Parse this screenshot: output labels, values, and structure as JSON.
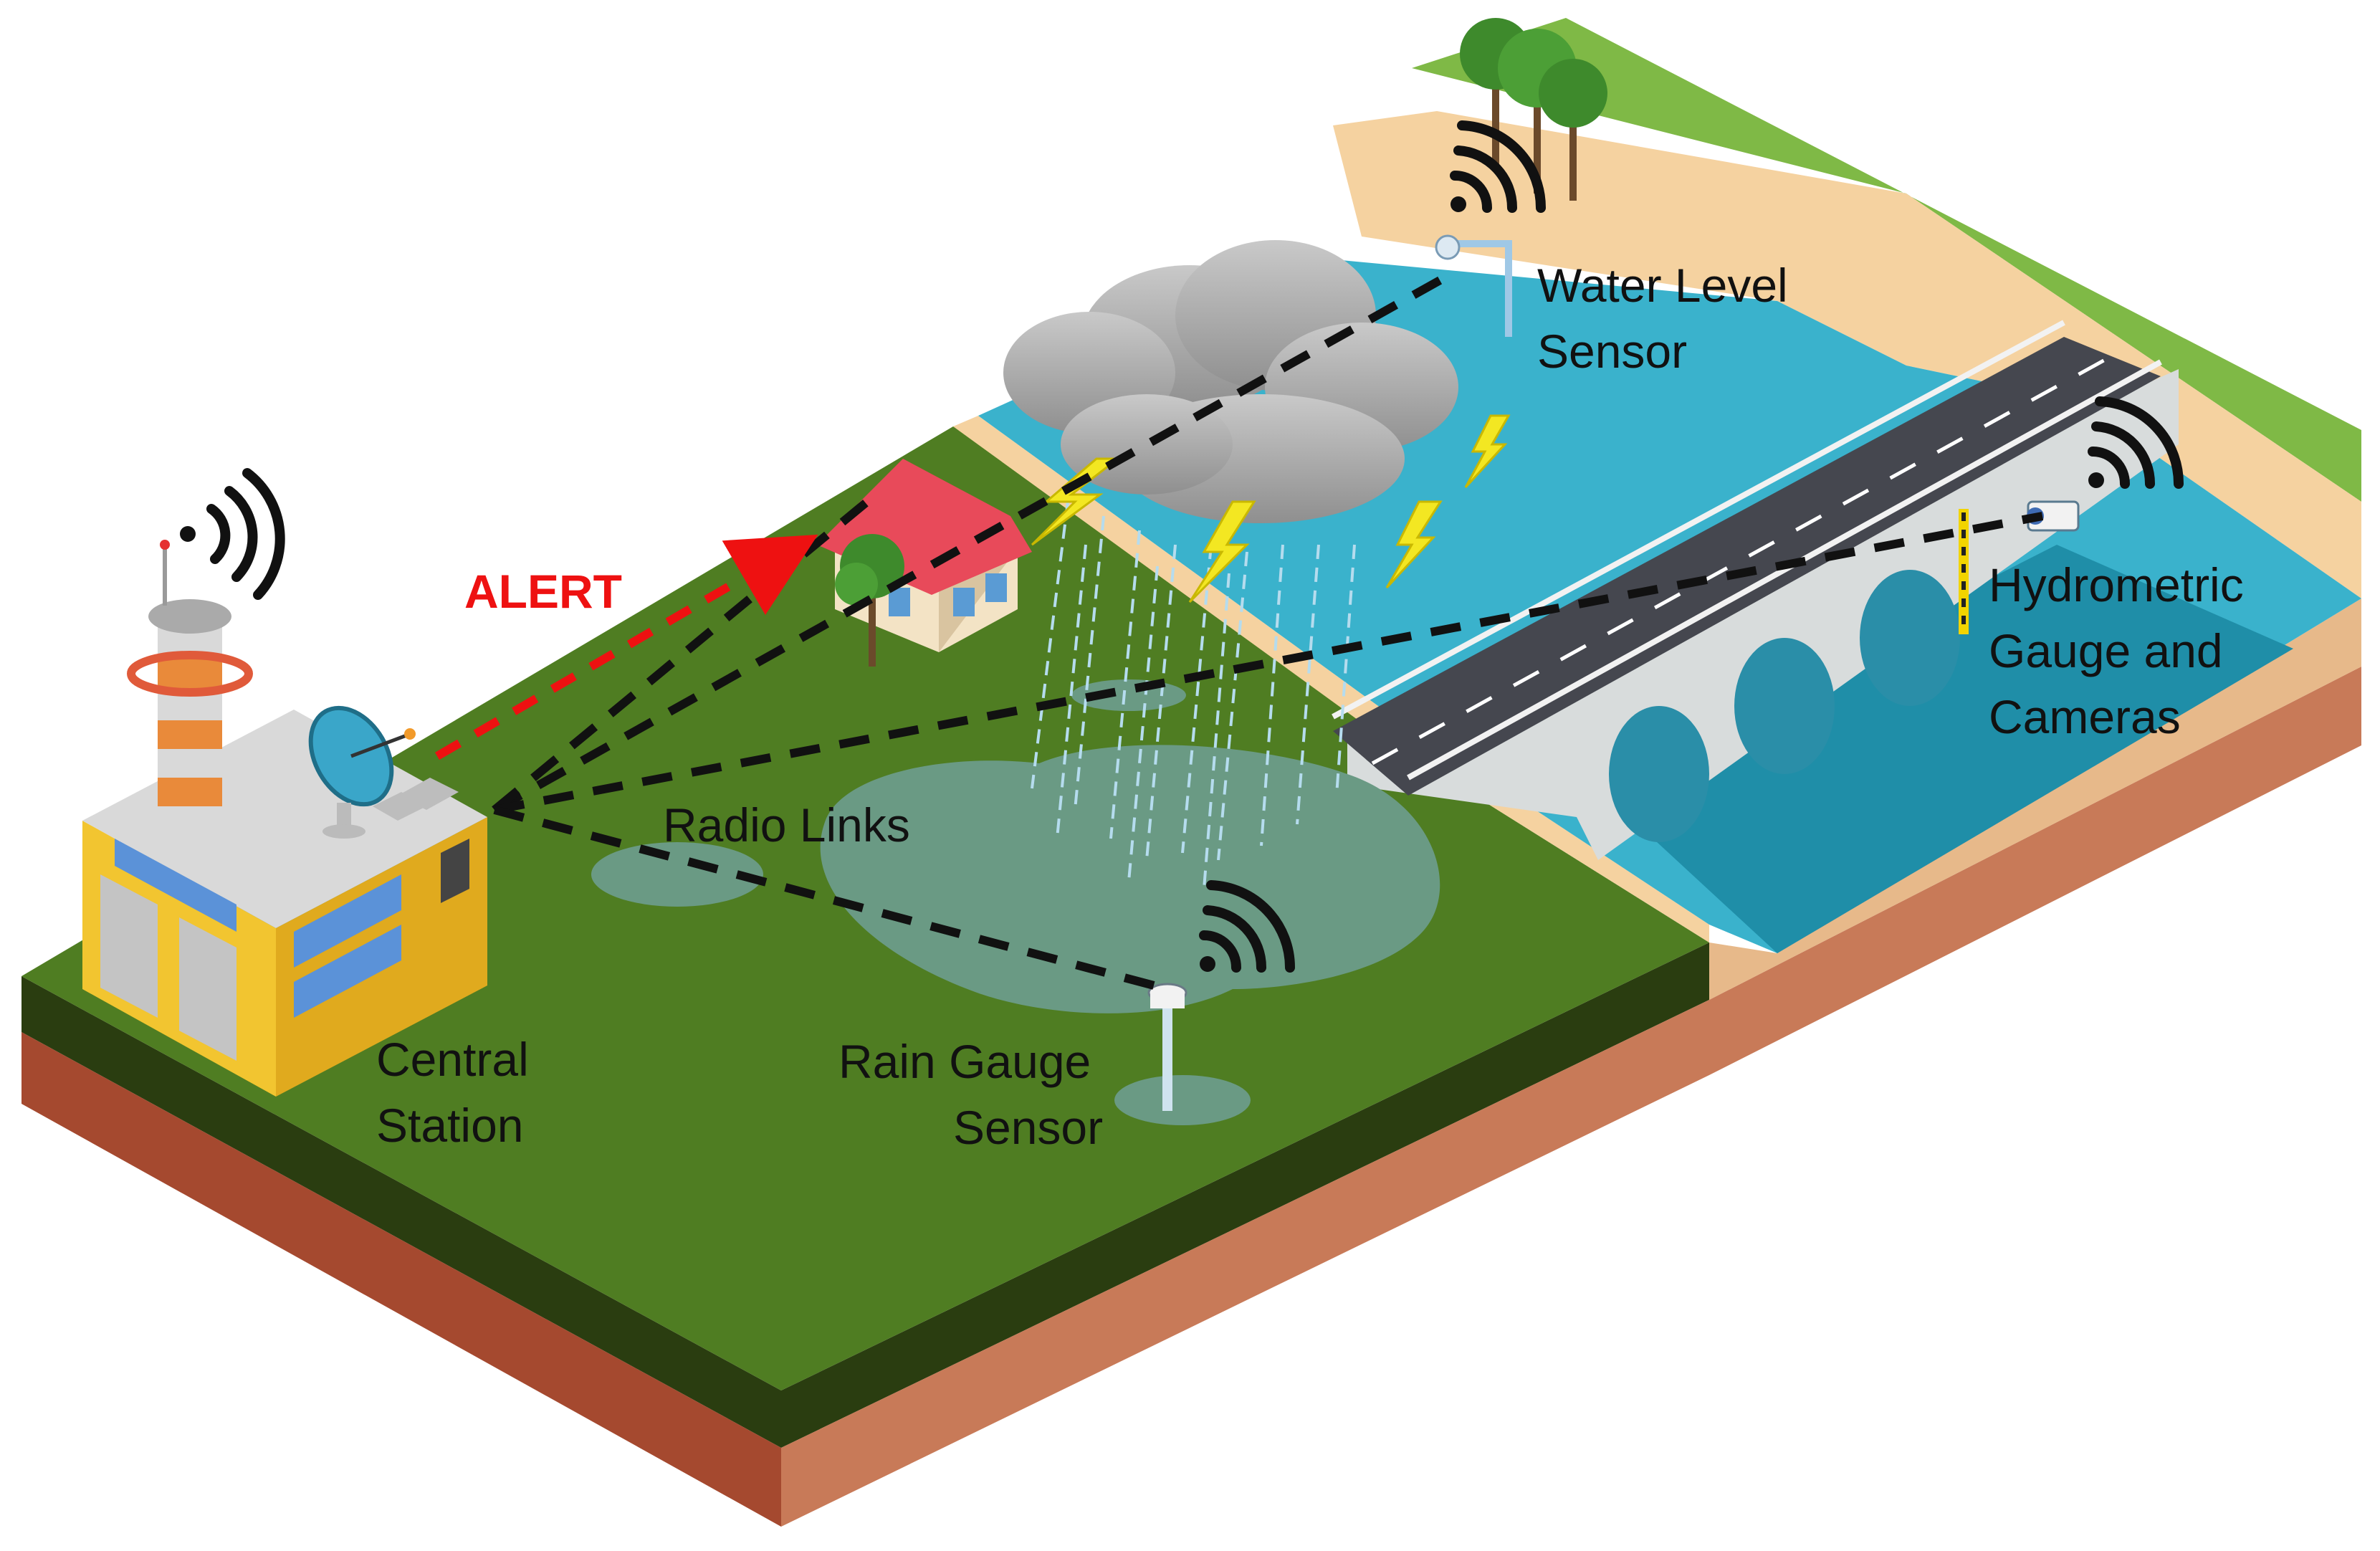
{
  "labels": {
    "alert": "ALERT",
    "water_level_line1": "Water Level",
    "water_level_line2": "Sensor",
    "hydrometric_line1": "Hydrometric",
    "hydrometric_line2": "Gauge and",
    "hydrometric_line3": "Cameras",
    "radio_links": "Radio Links",
    "central_line1": "Central",
    "central_line2": "Station",
    "rain_gauge_line1": "Rain Gauge",
    "rain_gauge_line2": "Sensor"
  },
  "colors": {
    "alert": "#ee1111",
    "radio_link": "#111111",
    "grass": "#4f7d22",
    "soil": "#c87a58",
    "river": "#3ab2cc",
    "sand": "#f5d2a0",
    "road": "#45474f",
    "building": "#f2c530"
  },
  "icons": [
    "wifi-signal-icon",
    "cloud-icon",
    "lightning-icon",
    "satellite-dish-icon",
    "tree-icon",
    "house-icon",
    "camera-icon"
  ]
}
